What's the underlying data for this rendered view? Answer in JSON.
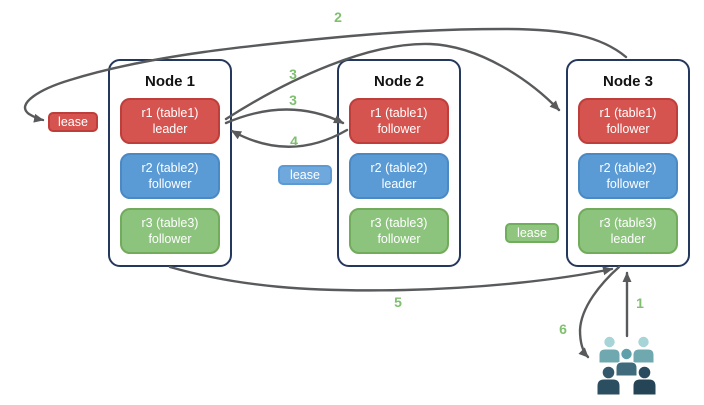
{
  "page_bg": "#ffffff",
  "nodes": [
    {
      "title": "Node 1",
      "replicas": [
        {
          "name": "r1 (table1)",
          "role": "leader",
          "color": "red"
        },
        {
          "name": "r2 (table2)",
          "role": "follower",
          "color": "blue"
        },
        {
          "name": "r3 (table3)",
          "role": "follower",
          "color": "green"
        }
      ]
    },
    {
      "title": "Node 2",
      "replicas": [
        {
          "name": "r1 (table1)",
          "role": "follower",
          "color": "red"
        },
        {
          "name": "r2 (table2)",
          "role": "leader",
          "color": "blue"
        },
        {
          "name": "r3 (table3)",
          "role": "follower",
          "color": "green"
        }
      ]
    },
    {
      "title": "Node 3",
      "replicas": [
        {
          "name": "r1 (table1)",
          "role": "follower",
          "color": "red"
        },
        {
          "name": "r2 (table2)",
          "role": "follower",
          "color": "blue"
        },
        {
          "name": "r3 (table3)",
          "role": "leader",
          "color": "green"
        }
      ]
    }
  ],
  "leases": [
    {
      "label": "lease",
      "color": "#d6544f"
    },
    {
      "label": "lease",
      "color": "#6fa8dc"
    },
    {
      "label": "lease",
      "color": "#8fc57e"
    }
  ],
  "steps": {
    "step1": "1",
    "step2": "2",
    "step3_to_node3": "3",
    "step3_to_node2": "3",
    "step4": "4",
    "step5": "5",
    "step6": "6"
  },
  "icons": {
    "clients": "users-icon"
  },
  "colors": {
    "replica_red": "#d6544f",
    "replica_red_border": "#be3e3b",
    "replica_blue": "#5b9bd5",
    "replica_blue_border": "#4a89c4",
    "replica_green": "#8cc47d",
    "replica_green_border": "#72ab5c",
    "lease_blue": "#6fa8dc",
    "lease_green": "#8fc57e",
    "node_border": "#24375c",
    "arrow": "#595a5c",
    "step_label": "#7fbf6f",
    "users_light_teal": "#a6d4d7",
    "users_mid_teal": "#6fa9af",
    "users_dark_slate": "#2c4e61"
  }
}
